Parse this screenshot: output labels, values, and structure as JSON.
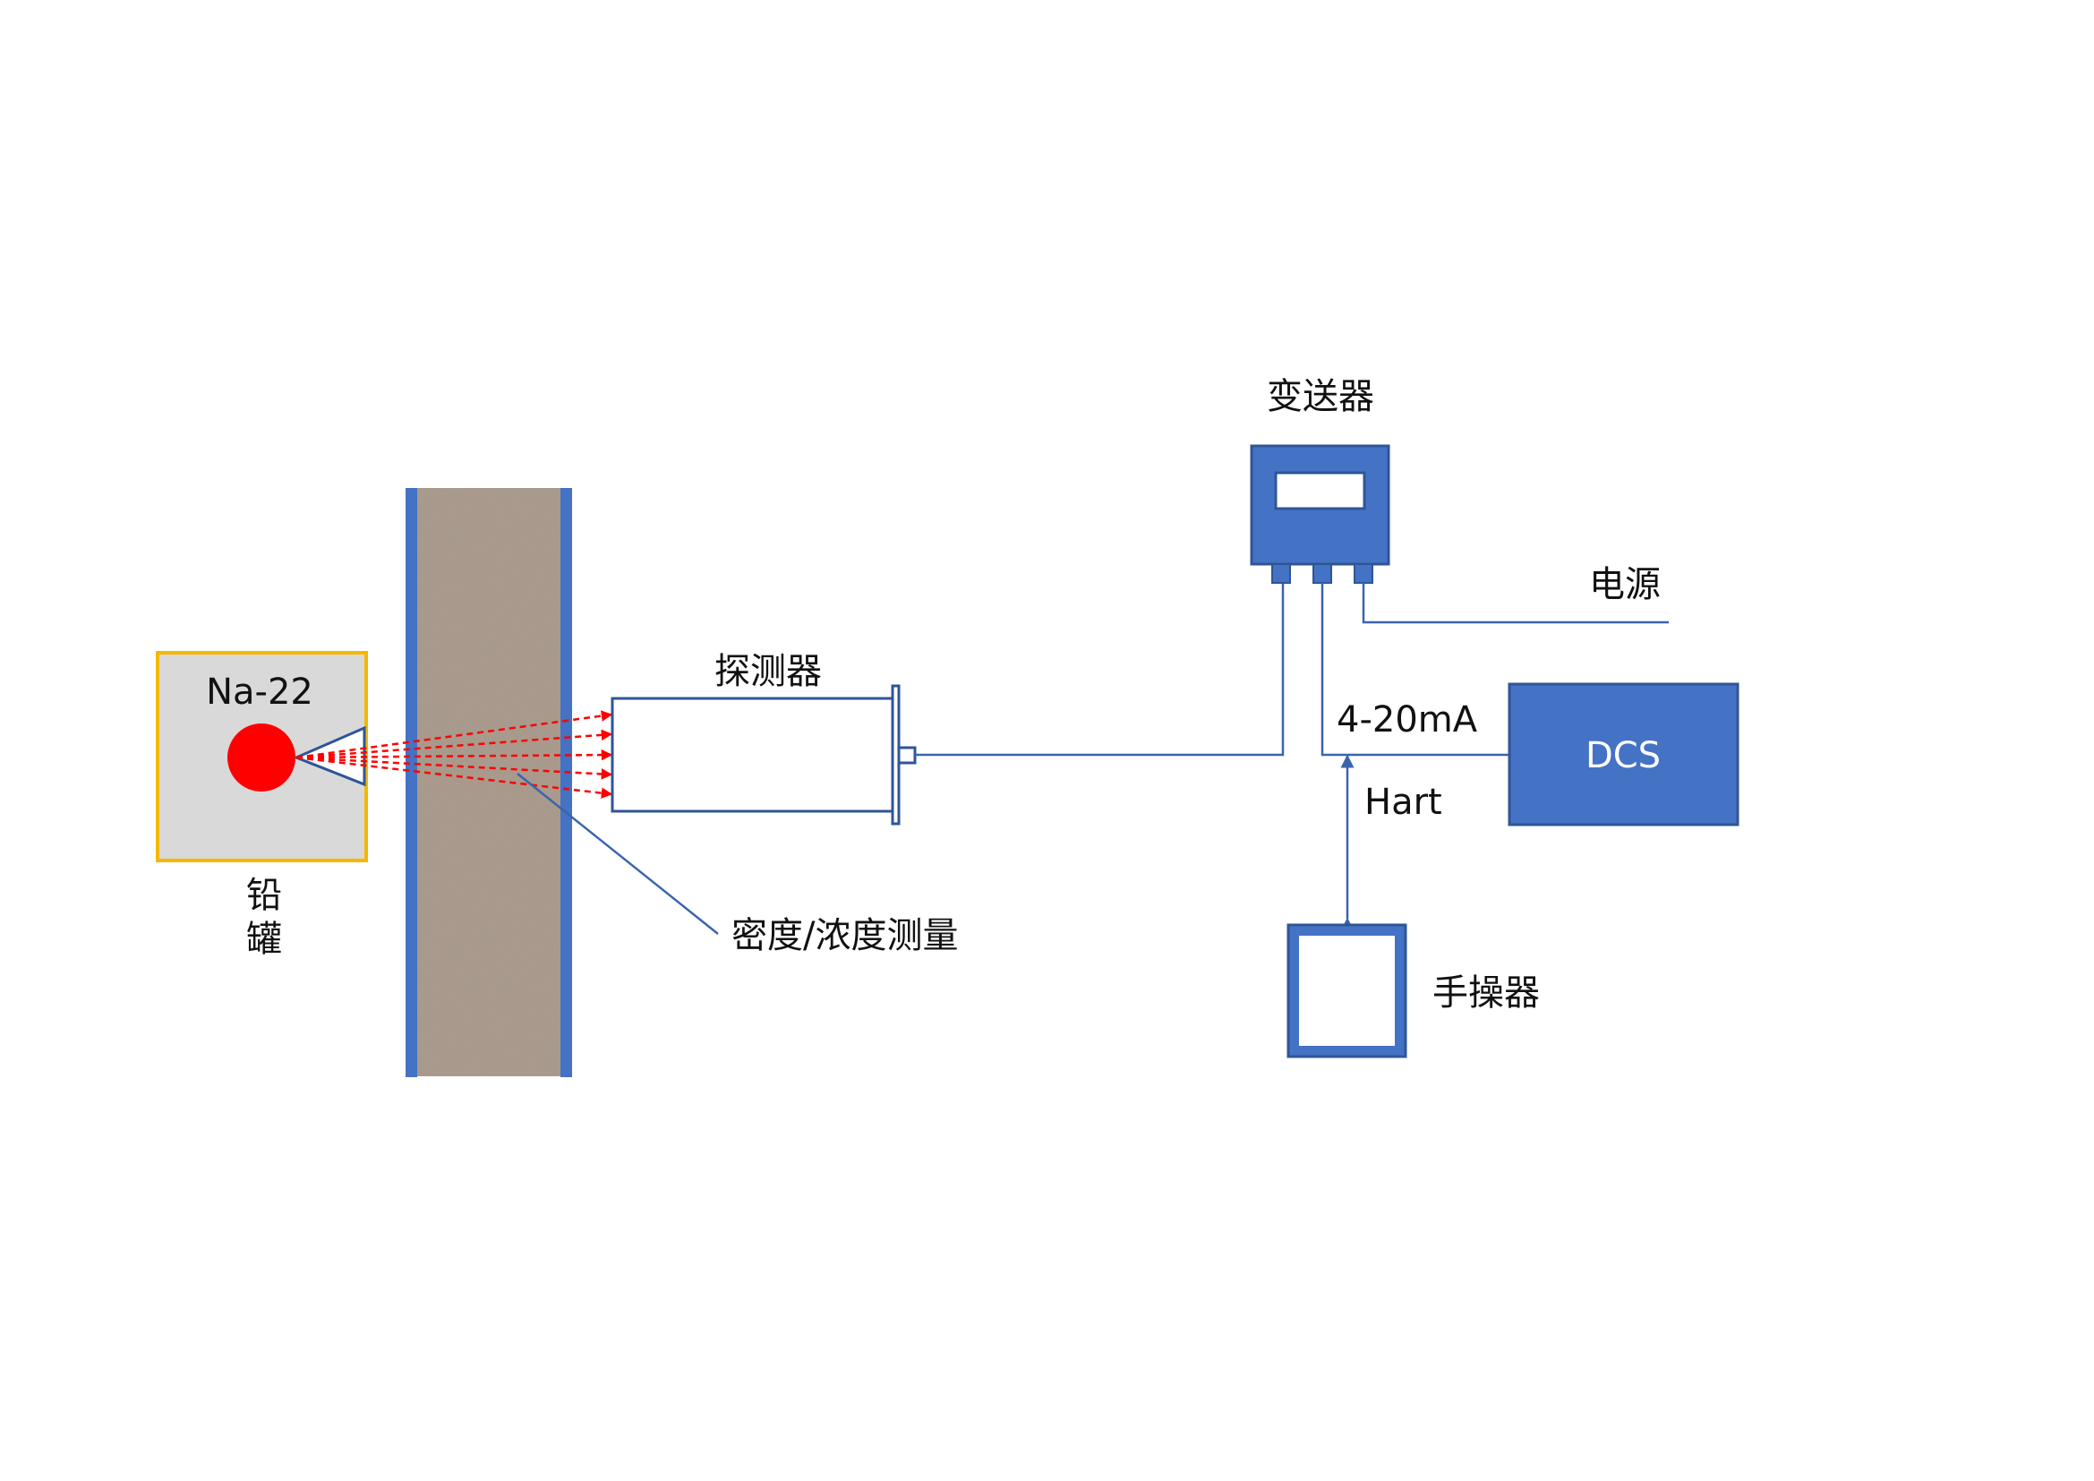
{
  "labels": {
    "source": "Na-22",
    "lead_can_1": "铅",
    "lead_can_2": "罐",
    "detector": "探测器",
    "measurement": "密度/浓度测量",
    "transmitter": "变送器",
    "power": "电源",
    "signal": "4-20mA",
    "dcs": "DCS",
    "hart": "Hart",
    "handheld": "手操器"
  },
  "colors": {
    "blue_fill": "#4472C4",
    "blue_dark": "#2F5597",
    "line_blue": "#3B64AD",
    "lead_border": "#F5B800",
    "lead_fill": "#D9D9D9",
    "source_red": "#FF0000",
    "pipe_fill": "#A8988A"
  }
}
